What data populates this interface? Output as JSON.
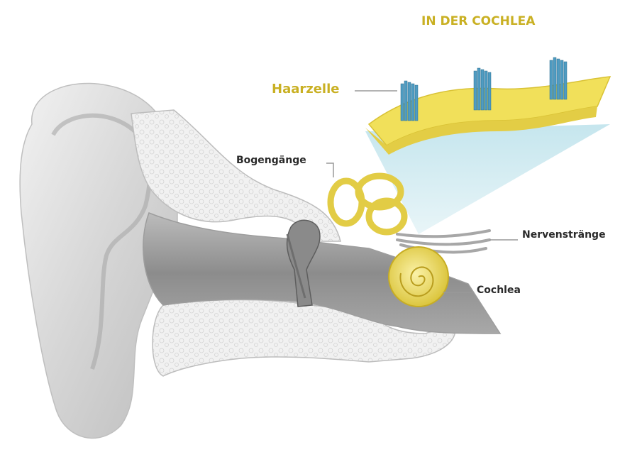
{
  "diagram": {
    "title": "IN DER COCHLEA",
    "labels": {
      "haarzelle": "Haarzelle",
      "bogengaenge": "Bogengänge",
      "nervenstraenge": "Nervenstränge",
      "cochlea": "Cochlea"
    }
  },
  "colors": {
    "accent_gold": "#c9b023",
    "label_text": "#2a2a2a",
    "ear_gray": "#dcdcdc",
    "bone_gray": "#eeeeee",
    "inner_ear_yellow": "#ead760",
    "membrane_yellow": "#f3e35a",
    "hair_blue": "#5aa7c9",
    "cone_cyan": "#cdeaf0"
  }
}
